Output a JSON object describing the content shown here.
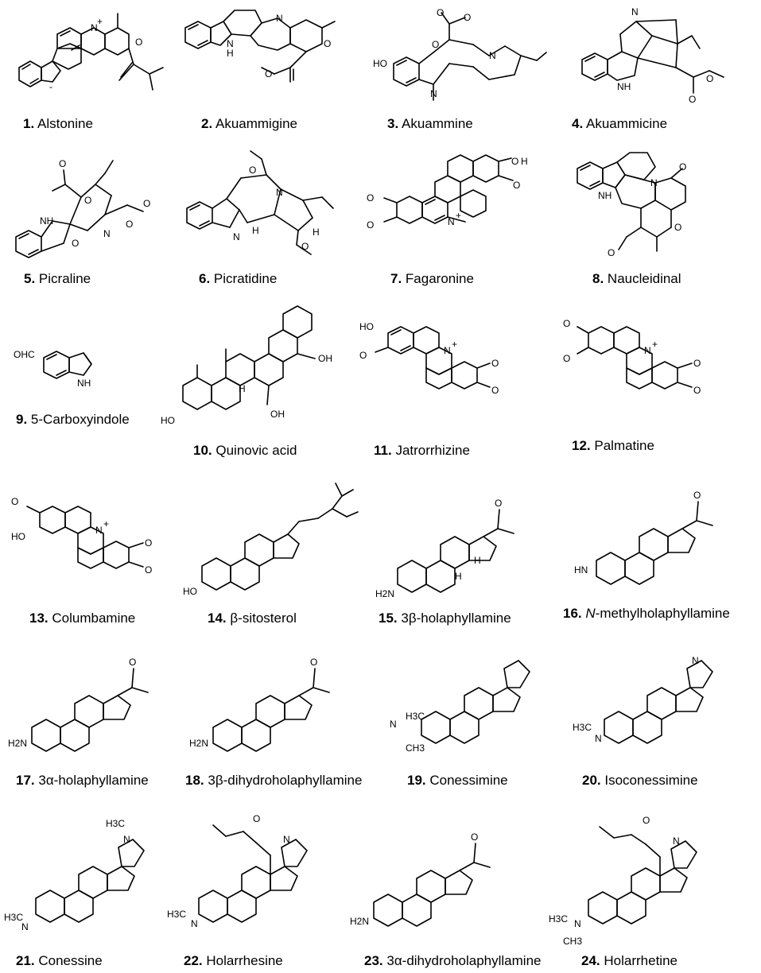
{
  "compounds": [
    {
      "number": "1.",
      "name": "Alstonine"
    },
    {
      "number": "2.",
      "name": "Akuammigine"
    },
    {
      "number": "3.",
      "name": "Akuammine"
    },
    {
      "number": "4.",
      "name": "Akuammicine"
    },
    {
      "number": "5.",
      "name": "Picraline"
    },
    {
      "number": "6.",
      "name": "Picratidine"
    },
    {
      "number": "7.",
      "name": "Fagaronine"
    },
    {
      "number": "8.",
      "name": "Naucleidinal"
    },
    {
      "number": "9.",
      "name": "5-Carboxyindole"
    },
    {
      "number": "10.",
      "name": "Quinovic acid"
    },
    {
      "number": "11.",
      "name": "Jatrorrhizine"
    },
    {
      "number": "12.",
      "name": "Palmatine"
    },
    {
      "number": "13.",
      "name": "Columbamine"
    },
    {
      "number": "14.",
      "name": "β-sitosterol"
    },
    {
      "number": "15.",
      "name": "3β-holaphyllamine"
    },
    {
      "number": "16.",
      "name_italic": "N",
      "name": "-methylholaphyllamine"
    },
    {
      "number": "17.",
      "name": "3α-holaphyllamine"
    },
    {
      "number": "18.",
      "name": "3β-dihydroholaphyllamine"
    },
    {
      "number": "19.",
      "name": "Conessimine"
    },
    {
      "number": "20.",
      "name": "Isoconessimine"
    },
    {
      "number": "21.",
      "name": "Conessine"
    },
    {
      "number": "22.",
      "name": "Holarrhesine"
    },
    {
      "number": "23.",
      "name": "3α-dihydroholaphyllamine"
    },
    {
      "number": "24.",
      "name": "Holarrhetine"
    }
  ],
  "atom_labels": {
    "N": "N",
    "NH": "NH",
    "H": "H",
    "O": "O",
    "HO": "HO",
    "OH": "OH",
    "OHC": "OHC",
    "N_plus": "+",
    "N_minus": "-",
    "H2N": "H2N",
    "HN": "HN",
    "H3C": "H3C",
    "CH3": "CH3"
  }
}
